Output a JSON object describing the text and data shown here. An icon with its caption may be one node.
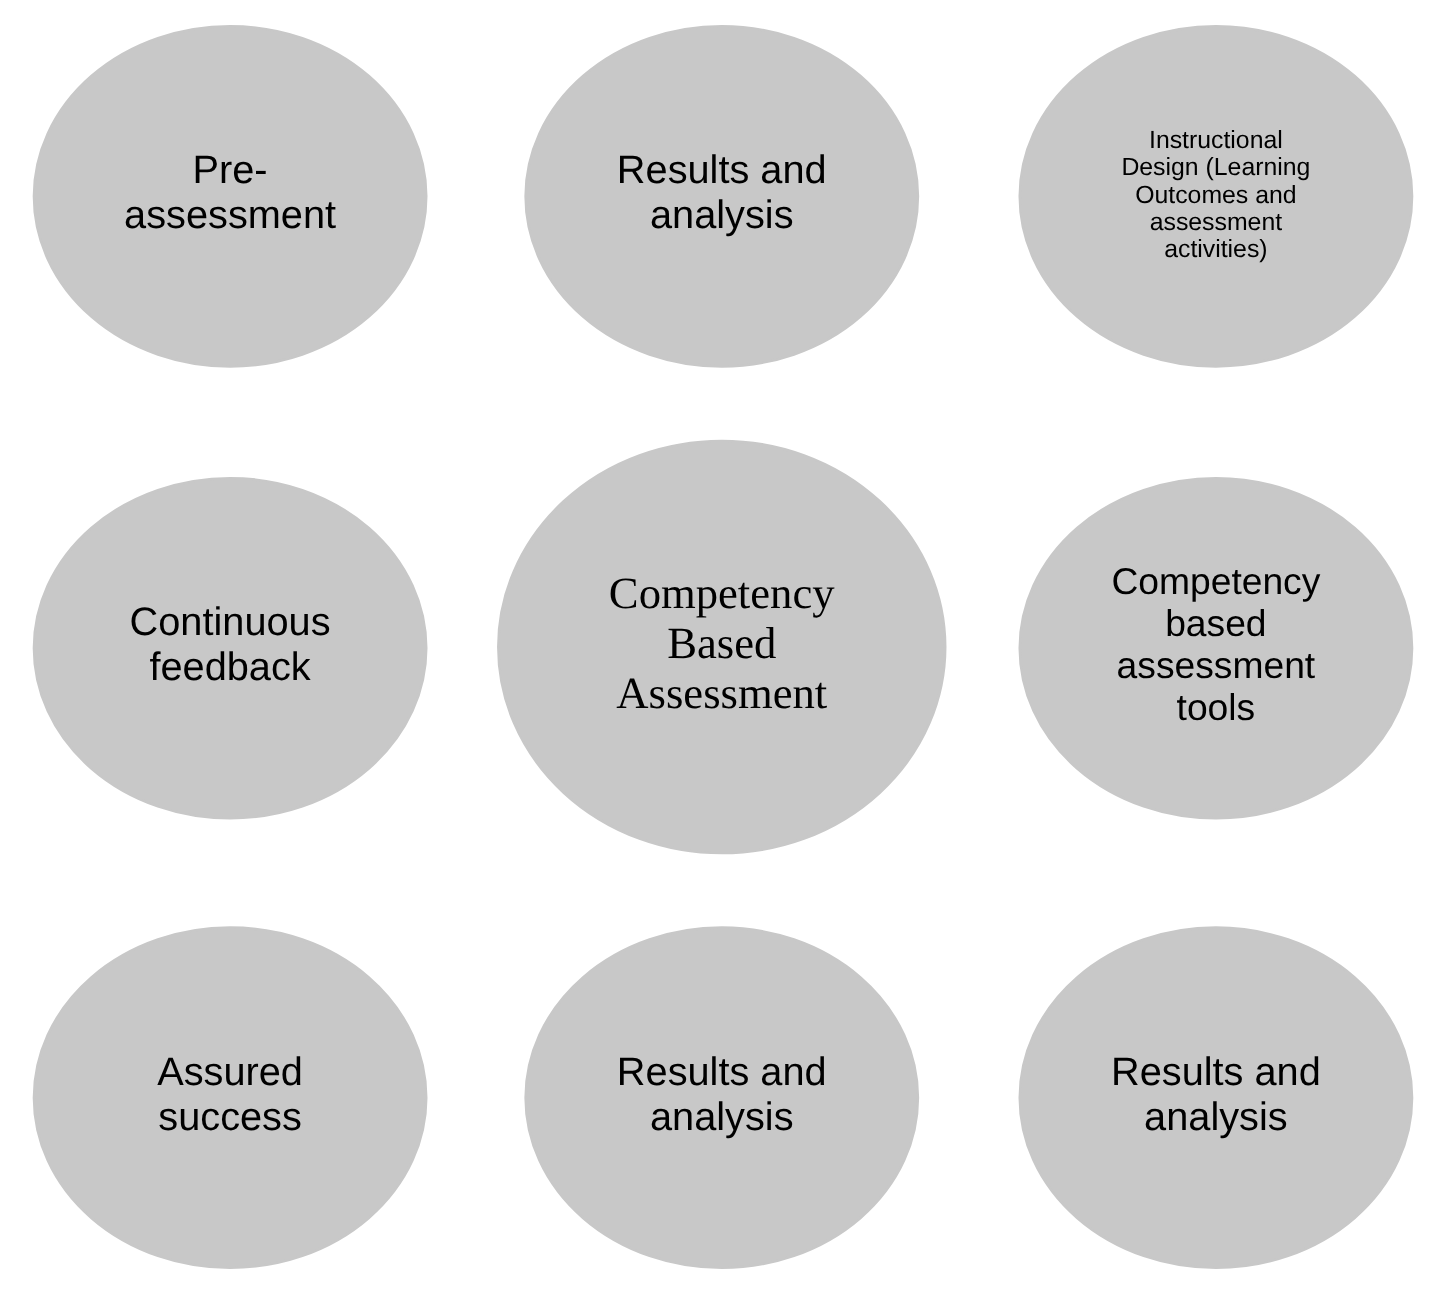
{
  "diagram": {
    "nodes": [
      {
        "text": [
          "Pre-assessment"
        ]
      },
      {
        "text": [
          "Results and analysis"
        ]
      },
      {
        "text": [
          "Instructional Design (Learning Outcomes and assessment activities)"
        ]
      },
      {
        "text": [
          "Continuous feedback"
        ]
      },
      {
        "text": [
          "Competency Based Assessment"
        ]
      },
      {
        "text": [
          "Competency based assessment tools"
        ]
      },
      {
        "text": [
          "Assured success"
        ]
      },
      {
        "text": [
          "Results and analysis"
        ]
      },
      {
        "text": [
          "Results and analysis"
        ]
      }
    ],
    "edges": []
  }
}
